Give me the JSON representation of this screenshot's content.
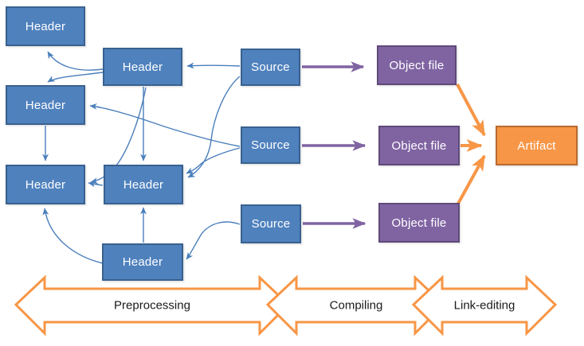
{
  "nodes": {
    "headers": [
      "Header",
      "Header",
      "Header",
      "Header",
      "Header",
      "Header"
    ],
    "sources": [
      "Source",
      "Source",
      "Source"
    ],
    "objects": [
      "Object file",
      "Object file",
      "Object file"
    ],
    "artifact": "Artifact"
  },
  "stages": [
    {
      "label": "Preprocessing"
    },
    {
      "label": "Compiling"
    },
    {
      "label": "Link-editing"
    }
  ],
  "edges": [
    {
      "from": "source-1",
      "to": "header-2",
      "kind": "include"
    },
    {
      "from": "source-1",
      "to": "header-5",
      "kind": "include"
    },
    {
      "from": "source-2",
      "to": "header-3",
      "kind": "include"
    },
    {
      "from": "source-2",
      "to": "header-5",
      "kind": "include"
    },
    {
      "from": "source-3",
      "to": "header-6",
      "kind": "include"
    },
    {
      "from": "header-2",
      "to": "header-1",
      "kind": "include"
    },
    {
      "from": "header-2",
      "to": "header-3",
      "kind": "include"
    },
    {
      "from": "header-2",
      "to": "header-4",
      "kind": "include"
    },
    {
      "from": "header-2",
      "to": "header-5",
      "kind": "include"
    },
    {
      "from": "header-3",
      "to": "header-4",
      "kind": "include"
    },
    {
      "from": "header-5",
      "to": "header-4",
      "kind": "include"
    },
    {
      "from": "header-6",
      "to": "header-4",
      "kind": "include"
    },
    {
      "from": "header-6",
      "to": "header-5",
      "kind": "include"
    },
    {
      "from": "source-1",
      "to": "object-1",
      "kind": "compile"
    },
    {
      "from": "source-2",
      "to": "object-2",
      "kind": "compile"
    },
    {
      "from": "source-3",
      "to": "object-3",
      "kind": "compile"
    },
    {
      "from": "object-1",
      "to": "artifact",
      "kind": "link"
    },
    {
      "from": "object-2",
      "to": "artifact",
      "kind": "link"
    },
    {
      "from": "object-3",
      "to": "artifact",
      "kind": "link"
    }
  ],
  "colors": {
    "node_blue": "#4f81bd",
    "node_blue_border": "#39618f",
    "node_purple": "#8064a2",
    "node_purple_border": "#5f4a79",
    "node_orange": "#f79646",
    "node_orange_border": "#b96a31",
    "arrow_blue": "#4a7ebb",
    "arrow_purple": "#8064a2",
    "arrow_orange": "#f79646",
    "stage_outline": "#f79646",
    "stage_text": "#1a1a1a"
  }
}
